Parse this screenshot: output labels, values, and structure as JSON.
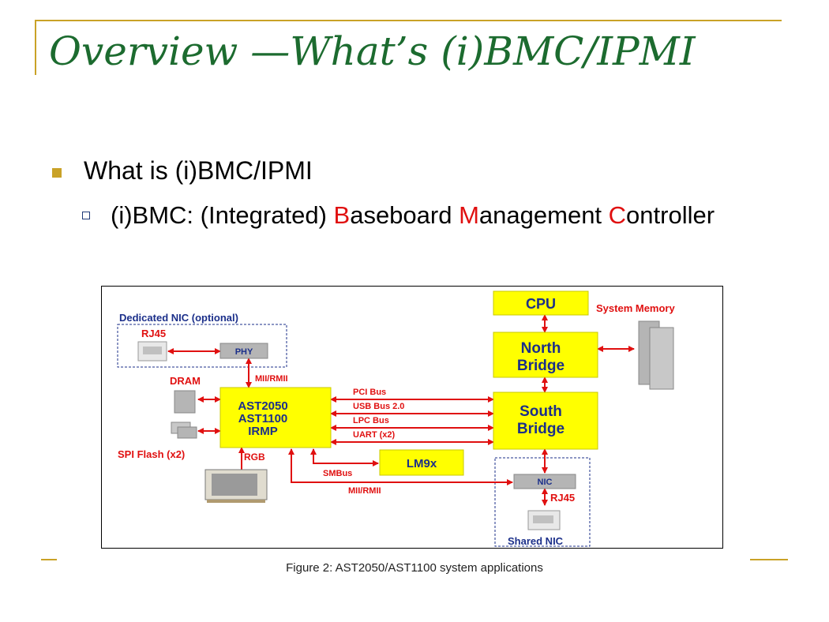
{
  "slide": {
    "title": "Overview —What’s (i)BMC/IPMI",
    "bullet1": "What is (i)BMC/IPMI",
    "bullet2": {
      "prefix": "(i)BMC: (Integrated) ",
      "b_initial": "B",
      "b_rest": "aseboard ",
      "m_initial": "M",
      "m_rest": "anagement ",
      "c_initial": "C",
      "c_rest": "ontroller"
    },
    "caption": "Figure 2: AST2050/AST1100 system applications"
  },
  "diagram": {
    "cpu": "CPU",
    "system_memory": "System Memory",
    "north_bridge": [
      "North",
      "Bridge"
    ],
    "south_bridge": [
      "South",
      "Bridge"
    ],
    "chip": [
      "AST2050",
      "AST1100",
      "IRMP"
    ],
    "dedicated_nic": "Dedicated NIC (optional)",
    "rj45_top": "RJ45",
    "phy": "PHY",
    "mii_rmii_top": "MII/RMII",
    "dram": "DRAM",
    "spi_flash": "SPI Flash (x2)",
    "rgb": "RGB",
    "buses": [
      "PCI Bus",
      "USB Bus 2.0",
      "LPC Bus",
      "UART (x2)"
    ],
    "lm9x": "LM9x",
    "smbus": "SMBus",
    "mii_rmii_bottom": "MII/RMII",
    "nic": "NIC",
    "rj45_bottom": "RJ45",
    "shared_nic": "Shared NIC",
    "colors": {
      "yellow": "#ffff00",
      "red": "#e01010",
      "blue": "#1b2f8a",
      "gray": "#b5b5b5"
    }
  }
}
